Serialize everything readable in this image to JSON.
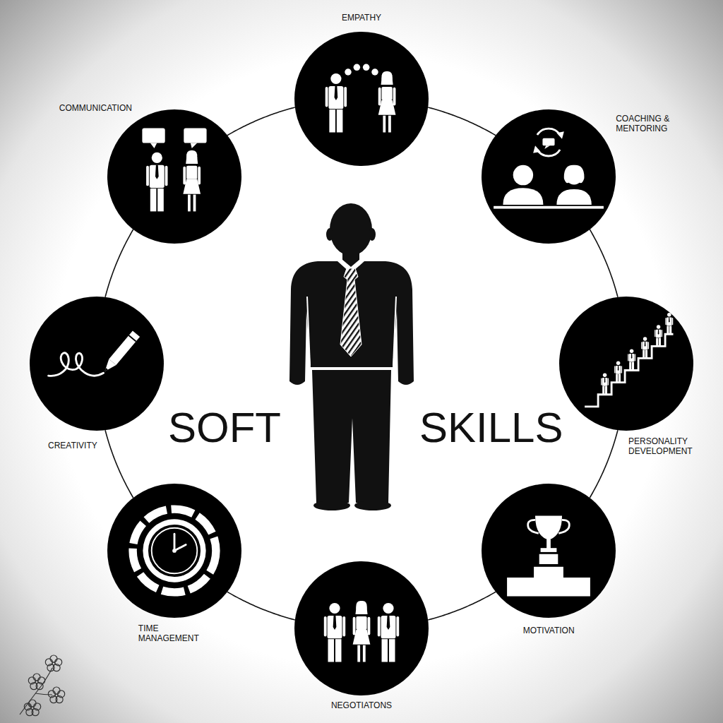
{
  "diagram": {
    "nodes": [
      {
        "text": [
          "EMPATHY"
        ]
      },
      {
        "text": [
          "COACHING & MENTORING"
        ]
      },
      {
        "text": [
          "PERSONALITY DEVELOPMENT"
        ]
      },
      {
        "text": [
          "MOTIVATION"
        ]
      },
      {
        "text": [
          "NEGOTIATONS"
        ]
      },
      {
        "text": [
          "TIME MANAGEMENT"
        ]
      },
      {
        "text": [
          "CREATIVITY"
        ]
      },
      {
        "text": [
          "COMMUNICATION"
        ]
      }
    ],
    "edges": [
      {
        "from": 0,
        "to": 1,
        "arrow": "none"
      },
      {
        "from": 1,
        "to": 2,
        "arrow": "none"
      },
      {
        "from": 2,
        "to": 3,
        "arrow": "none"
      },
      {
        "from": 3,
        "to": 4,
        "arrow": "none"
      },
      {
        "from": 4,
        "to": 5,
        "arrow": "none"
      },
      {
        "from": 5,
        "to": 6,
        "arrow": "none"
      },
      {
        "from": 6,
        "to": 7,
        "arrow": "none"
      },
      {
        "from": 7,
        "to": 0,
        "arrow": "none"
      }
    ],
    "labels": [
      "SOFT",
      "SKILLS"
    ]
  }
}
